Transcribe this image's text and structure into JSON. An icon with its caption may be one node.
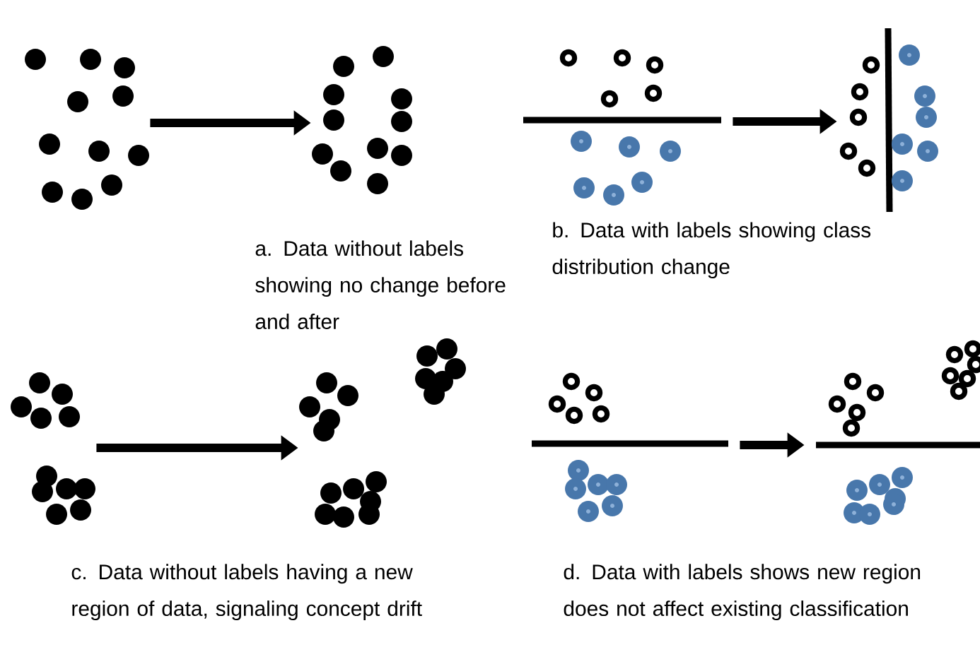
{
  "diagram": {
    "nodes": [
      {
        "text": [],
        "shape": "picture"
      },
      {
        "text": [],
        "shape": "picture"
      },
      {
        "text": [],
        "shape": "picture"
      },
      {
        "text": [],
        "shape": "picture"
      },
      {
        "text": [],
        "shape": "picture"
      },
      {
        "text": [],
        "shape": "picture"
      },
      {
        "text": [],
        "shape": "picture"
      },
      {
        "text": [],
        "shape": "picture"
      }
    ],
    "edges": [
      {
        "from": 0,
        "to": 1,
        "arrow": "to"
      },
      {
        "from": 2,
        "to": 3,
        "arrow": "to"
      },
      {
        "from": 4,
        "to": 5,
        "arrow": "to"
      },
      {
        "from": 6,
        "to": 7,
        "arrow": "to"
      }
    ],
    "labels": [
      "a. Data without labels showing no change before and after",
      "b. Data with labels showing class distribution change",
      "c. Data without labels having a new region of data, signaling concept drift",
      "d. Data with labels shows new region does not affect existing classification"
    ]
  }
}
